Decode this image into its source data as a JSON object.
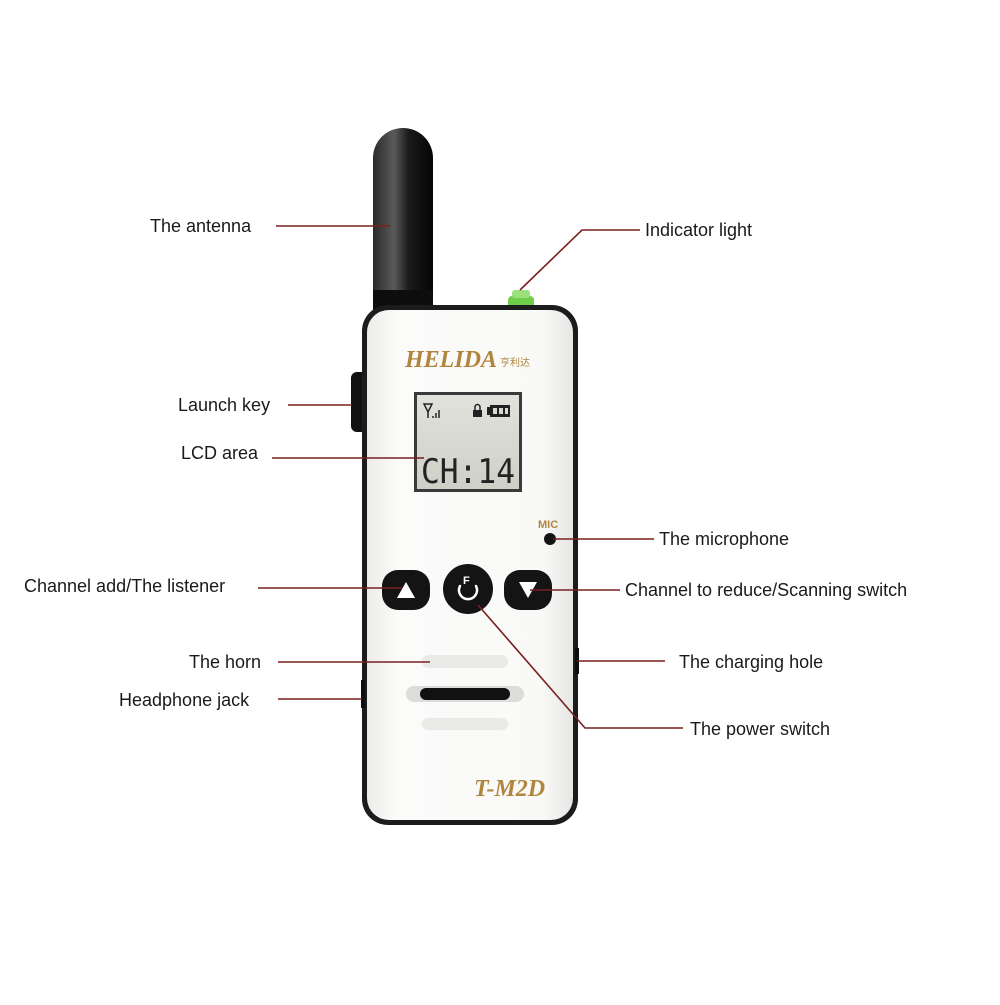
{
  "device": {
    "brand": "HELIDA",
    "brand_cn": "亨利达",
    "model": "T-M2D",
    "mic_label": "MIC",
    "lcd_channel": "CH:14",
    "lcd_signal_icon": "antenna-signal-icon",
    "lcd_lock_icon": "lock-icon",
    "lcd_battery_icon": "battery-icon",
    "up_icon": "triangle-up-icon",
    "down_icon": "triangle-down-icon",
    "power_icon": "power-f-icon",
    "power_key_letter": "F"
  },
  "callouts": {
    "antenna": "The antenna",
    "indicator": "Indicator light",
    "launch_key": "Launch key",
    "lcd_area": "LCD area",
    "microphone": "The microphone",
    "channel_add": "Channel add/The listener",
    "channel_reduce": "Channel to reduce/Scanning switch",
    "horn": "The horn",
    "charging_hole": "The charging hole",
    "headphone_jack": "Headphone jack",
    "power_switch": "The power switch"
  },
  "colors": {
    "leader_line": "#7a1f1f",
    "body_border": "#1c1c1c",
    "body_fill": "#f7f7f5",
    "lcd_fill": "#d8d8d2",
    "brand_gold": "#b0853d",
    "indicator_green": "#6fcf4a",
    "button_black": "#141414"
  }
}
